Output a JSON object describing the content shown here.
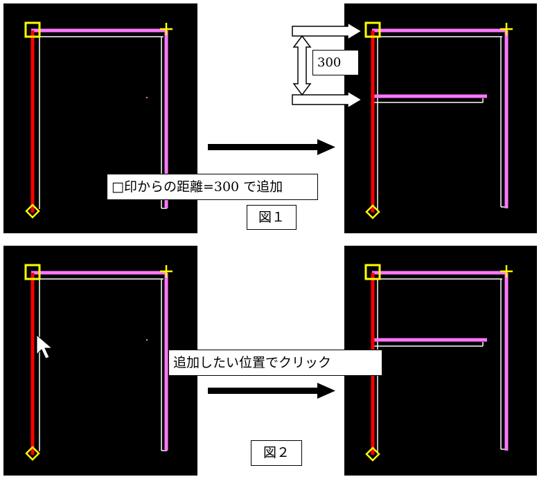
{
  "figure1": {
    "caption": "図１",
    "instruction": "□印からの距離=300 で追加",
    "distance_label": "300"
  },
  "figure2": {
    "caption": "図２",
    "instruction": "追加したい位置でクリック"
  },
  "colors": {
    "background": "#000000",
    "left_member": "#ff0000",
    "top_member": "#ff77ff",
    "right_member": "#ff77ff",
    "outline": "#ffffff",
    "marker": "#ffff00",
    "arrow": "#000000"
  },
  "icons": {
    "square_marker": "square-marker-icon",
    "cross_marker": "cross-marker-icon",
    "diamond_marker": "diamond-marker-icon",
    "mouse_cursor": "mouse-cursor-icon"
  }
}
